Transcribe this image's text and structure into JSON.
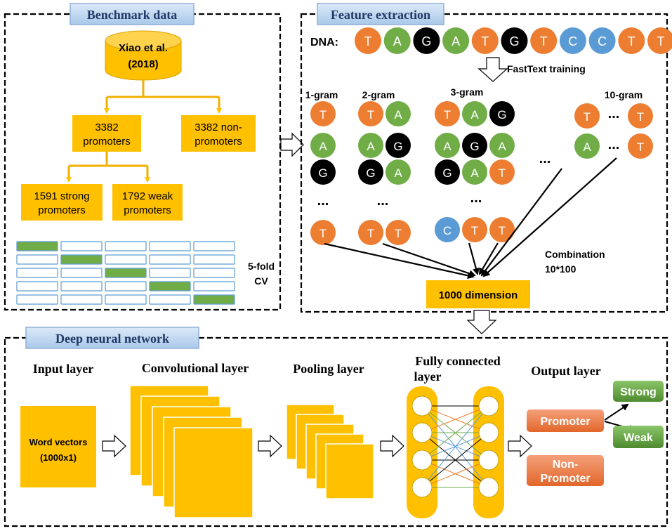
{
  "colors": {
    "orange": "#ED7D31",
    "green": "#70AD47",
    "blue": "#5B9BD5",
    "black": "#000000",
    "gold": "#FFC000",
    "gold_line": "#F0B000",
    "header_fill": "#BDD7EE",
    "header_stroke": "#8FB0D8",
    "cv_green": "#70AD47",
    "cv_stroke": "#5B9BD5",
    "button_green": "#5A9E3C",
    "button_orange": "#E8743B"
  },
  "panels": {
    "benchmark": {
      "title": "Benchmark data",
      "database": [
        "Xiao et al.",
        "(2018)"
      ],
      "promoters": [
        "3382",
        "promoters"
      ],
      "non_promoters": [
        "3382 non-",
        "promoters"
      ],
      "strong": [
        "1591 strong",
        "promoters"
      ],
      "weak": [
        "1792 weak",
        "promoters"
      ],
      "cv_label": [
        "5-fold",
        "CV"
      ]
    },
    "feature": {
      "title": "Feature extraction",
      "dna_label": "DNA:",
      "dna_sequence": [
        "T",
        "A",
        "G",
        "A",
        "T",
        "G",
        "T",
        "C",
        "C",
        "T",
        "T"
      ],
      "fasttext_label": "FastText training",
      "gram_labels": [
        "1-gram",
        "2-gram",
        "3-gram",
        "10-gram"
      ],
      "combination_label": [
        "Combination",
        "10*100"
      ],
      "dimension_label": "1000 dimension",
      "ellipsis": "..."
    },
    "network": {
      "title": "Deep neural network",
      "layers": {
        "input": "Input layer",
        "conv": "Convolutional layer",
        "pool": "Pooling layer",
        "fc": [
          "Fully connected",
          "layer"
        ],
        "output": "Output layer"
      },
      "word_vectors": [
        "Word vectors",
        "(1000x1)"
      ],
      "promoter": "Promoter",
      "non_promoter": [
        "Non-",
        "Promoter"
      ],
      "strong": "Strong",
      "weak": "Weak"
    }
  }
}
